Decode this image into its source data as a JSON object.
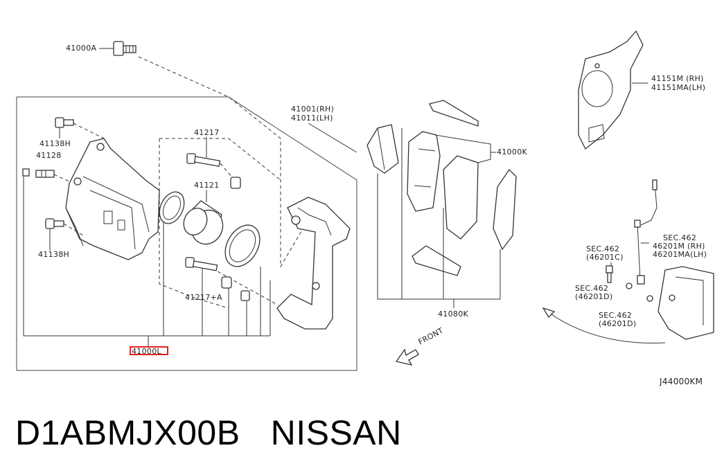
{
  "diagram_code": "J44000KM",
  "caption": {
    "part_number": "D1ABMJX00B",
    "brand": "NISSAN"
  },
  "highlight_color": "#e52020",
  "labels": {
    "bolt_41000a": "41000A",
    "caliper_rh": "41001(RH)",
    "caliper_lh": "41011(LH)",
    "bolt_41138h_top": "41138H",
    "bleeder_41128": "41128",
    "bolt_41138h_bottom": "41138H",
    "pin_41217": "41217",
    "seal_41121": "41121",
    "pin_41217a": "41217+A",
    "assembly_41000l": "41000L",
    "pad_kit_41000k": "41000K",
    "pad_set_41080k": "41080K",
    "front_arrow": "FRONT",
    "baffle_rh": "41151M (RH)",
    "baffle_lh": "41151MA(LH)",
    "hose_sec462": "SEC.462",
    "hose_rh": "46201M (RH)",
    "hose_lh": "46201MA(LH)",
    "sec462_a": "SEC.462",
    "sec462_a_ref": "(46201C)",
    "sec462_b": "SEC.462",
    "sec462_b_ref": "(46201D)",
    "sec462_c": "SEC.462",
    "sec462_c_ref": "(46201D)"
  },
  "icons": [
    "front-arrow-icon"
  ]
}
